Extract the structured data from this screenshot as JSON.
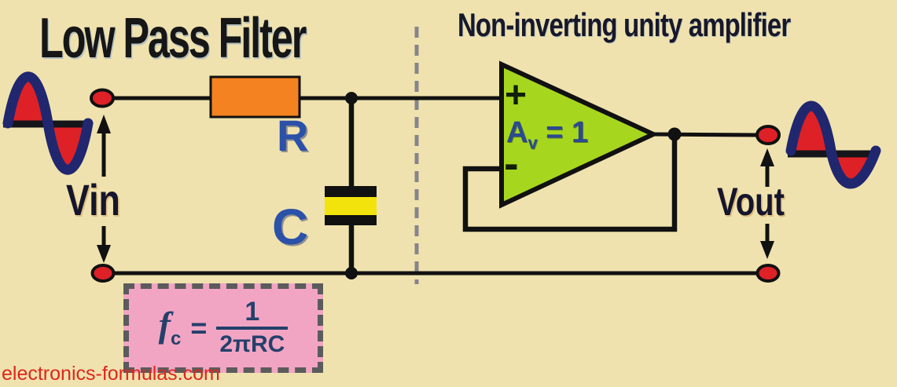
{
  "titles": {
    "filter": "Low Pass Filter",
    "amplifier": "Non-inverting unity amplifier"
  },
  "components": {
    "resistor_label": "R",
    "capacitor_label": "C"
  },
  "signals": {
    "input_label": "Vin",
    "output_label": "Vout"
  },
  "opamp": {
    "plus_input": "+",
    "minus_input": "-",
    "gain_symbol": "A",
    "gain_subscript": "v",
    "gain_value": "= 1"
  },
  "formula": {
    "symbol": "f",
    "subscript": "c",
    "equals": "=",
    "numerator": "1",
    "denominator": "2πRC"
  },
  "watermark": {
    "text": "electronics-formulas.com"
  },
  "icons": {
    "input_wave": "sine-wave-icon",
    "output_wave": "sine-wave-icon"
  },
  "colors": {
    "background": "#EFE2AE",
    "wire": "#111111",
    "resistor_orange": "#F58220",
    "capacitor_yellow": "#F2E30D",
    "opamp_green": "#A7D61E",
    "node_red": "#DD2127",
    "label_blue": "#2B51A8",
    "sine_navy": "#20276E",
    "formula_pink": "#F2A5C3",
    "formula_border": "#5B5B5B",
    "formula_navy": "#24406B",
    "divider_gray": "#85858A",
    "watermark_red": "#DF261C"
  }
}
